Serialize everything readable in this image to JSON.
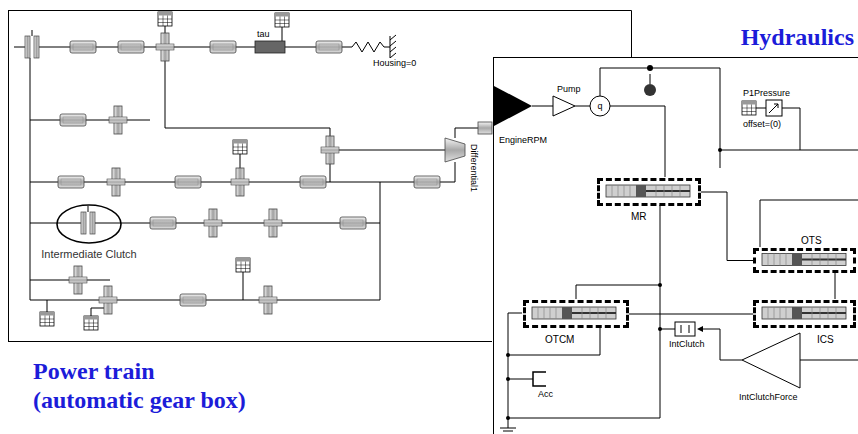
{
  "diagram": {
    "nodes": [
      {
        "text": [
          "Power train (automatic gear box)"
        ]
      },
      {
        "text": [
          "Intermediate Clutch"
        ],
        "in": 0
      },
      {
        "text": [
          "Hydraulics"
        ]
      },
      {
        "text": [
          "MR"
        ],
        "in": 2
      },
      {
        "text": [
          "OTS"
        ],
        "in": 2
      },
      {
        "text": [
          "ICS"
        ],
        "in": 2
      },
      {
        "text": [
          "OTCM"
        ],
        "in": 2
      }
    ],
    "edges": [
      {
        "from": 3,
        "to": 4,
        "arrow": "none"
      },
      {
        "from": 6,
        "to": 5,
        "arrow": "none"
      }
    ],
    "labels": [
      "tau",
      "Housing=0",
      "Differential1",
      "EngineRPM",
      "Pump",
      "q",
      "P1Pressure",
      "offset=(0)",
      "IntClutch",
      "Acc",
      "IntClutchForce"
    ]
  }
}
